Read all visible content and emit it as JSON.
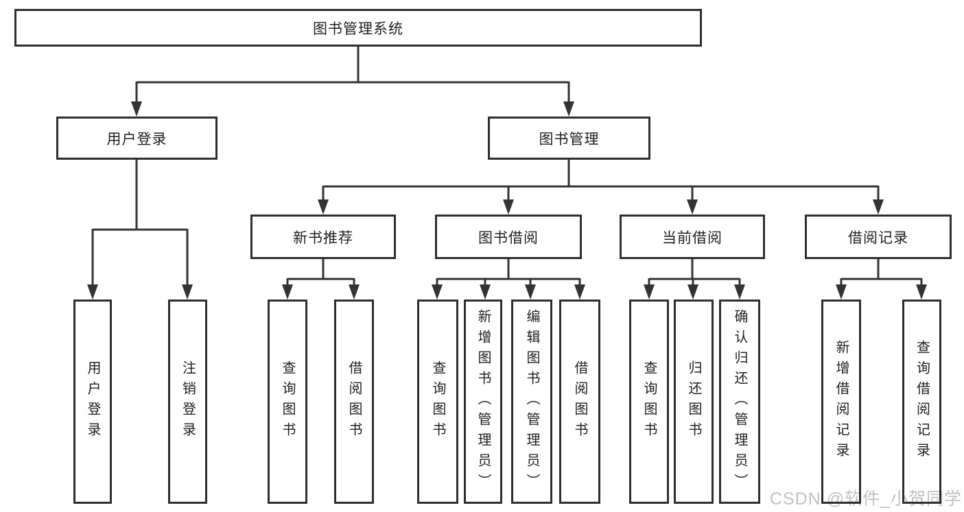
{
  "tree": {
    "label": "图书管理系统",
    "children": [
      {
        "label": "用户登录",
        "children": [
          {
            "label": "用户登录"
          },
          {
            "label": "注销登录"
          }
        ]
      },
      {
        "label": "图书管理",
        "children": [
          {
            "label": "新书推荐",
            "children": [
              {
                "label": "查询图书"
              },
              {
                "label": "借阅图书"
              }
            ]
          },
          {
            "label": "图书借阅",
            "children": [
              {
                "label": "查询图书"
              },
              {
                "label": "新增图书（管理员）"
              },
              {
                "label": "编辑图书（管理员）"
              },
              {
                "label": "借阅图书"
              }
            ]
          },
          {
            "label": "当前借阅",
            "children": [
              {
                "label": "查询图书"
              },
              {
                "label": "归还图书"
              },
              {
                "label": "确认归还（管理员）"
              }
            ]
          },
          {
            "label": "借阅记录",
            "children": [
              {
                "label": "新增借阅记录"
              },
              {
                "label": "查询借阅记录"
              }
            ]
          }
        ]
      }
    ]
  },
  "watermark": "CSDN @软件_小贺同学",
  "colors": {
    "line": "#333333",
    "border": "#2e2e2e",
    "text": "#1f1f1f",
    "watermark": "#bfc2c6",
    "background": "#ffffff"
  }
}
